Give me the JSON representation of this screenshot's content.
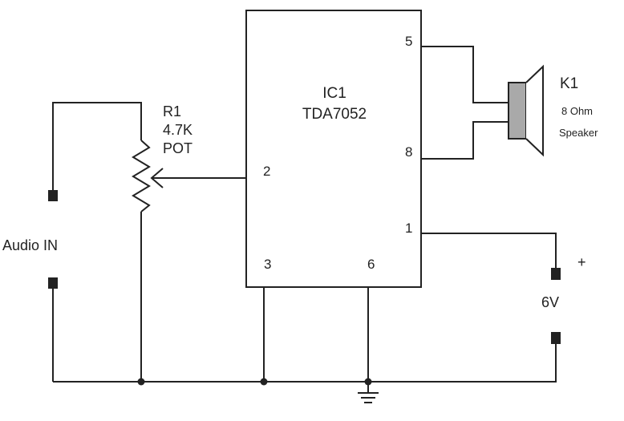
{
  "diagram": {
    "ic": {
      "ref": "IC1",
      "part": "TDA7052",
      "pins": {
        "p5": "5",
        "p8": "8",
        "p2": "2",
        "p1": "1",
        "p3": "3",
        "p6": "6"
      }
    },
    "pot": {
      "ref": "R1",
      "value": "4.7K",
      "type": "POT"
    },
    "speaker": {
      "ref": "K1",
      "spec": "8 Ohm",
      "type": "Speaker"
    },
    "input": {
      "label": "Audio IN"
    },
    "supply": {
      "plus": "+",
      "voltage": "6V"
    },
    "colors": {
      "line": "#222222",
      "speaker_fill": "#a9a9a9",
      "background": "#ffffff"
    }
  }
}
